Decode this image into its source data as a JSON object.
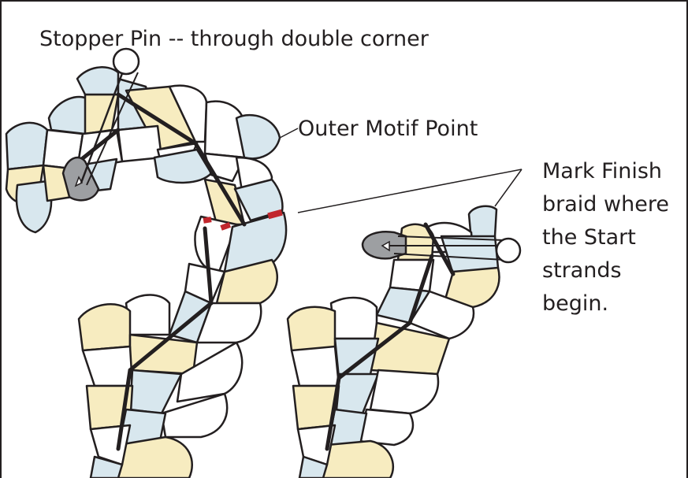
{
  "labels": {
    "stopper_pin": "Stopper Pin -- through double corner",
    "outer_motif_point": "Outer Motif Point",
    "mark_finish_line1": "Mark Finish",
    "mark_finish_line2": "braid where",
    "mark_finish_line3": "the Start",
    "mark_finish_line4": "strands",
    "mark_finish_line5": "begin."
  },
  "colors": {
    "strand_blue": "#d8e7ee",
    "strand_yellow": "#f7ecc0",
    "strand_white": "#ffffff",
    "pin_head_gray": "#9d9fa2",
    "outline": "#231f20",
    "marker_red": "#c1272d",
    "border": "#231f20"
  }
}
